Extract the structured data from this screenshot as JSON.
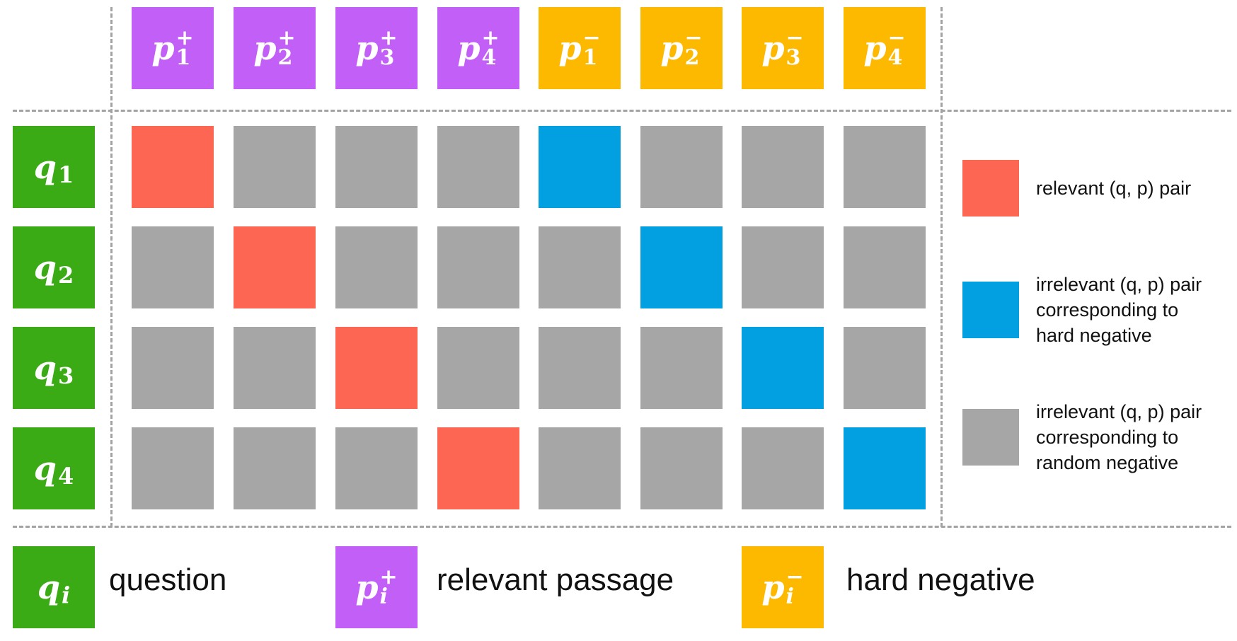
{
  "columns": [
    {
      "base": "p",
      "sup": "+",
      "sub": "1",
      "color": "#c25ff7"
    },
    {
      "base": "p",
      "sup": "+",
      "sub": "2",
      "color": "#c25ff7"
    },
    {
      "base": "p",
      "sup": "+",
      "sub": "3",
      "color": "#c25ff7"
    },
    {
      "base": "p",
      "sup": "+",
      "sub": "4",
      "color": "#c25ff7"
    },
    {
      "base": "p",
      "sup": "−",
      "sub": "1",
      "color": "#fdb900"
    },
    {
      "base": "p",
      "sup": "−",
      "sub": "2",
      "color": "#fdb900"
    },
    {
      "base": "p",
      "sup": "−",
      "sub": "3",
      "color": "#fdb900"
    },
    {
      "base": "p",
      "sup": "−",
      "sub": "4",
      "color": "#fdb900"
    }
  ],
  "rows": [
    {
      "base": "q",
      "sub": "1",
      "color": "#3aab14"
    },
    {
      "base": "q",
      "sub": "2",
      "color": "#3aab14"
    },
    {
      "base": "q",
      "sub": "3",
      "color": "#3aab14"
    },
    {
      "base": "q",
      "sub": "4",
      "color": "#3aab14"
    }
  ],
  "matrix": [
    [
      "relevant",
      "random",
      "random",
      "random",
      "hard",
      "random",
      "random",
      "random"
    ],
    [
      "random",
      "relevant",
      "random",
      "random",
      "random",
      "hard",
      "random",
      "random"
    ],
    [
      "random",
      "random",
      "relevant",
      "random",
      "random",
      "random",
      "hard",
      "random"
    ],
    [
      "random",
      "random",
      "random",
      "relevant",
      "random",
      "random",
      "random",
      "hard"
    ]
  ],
  "cell_colors": {
    "relevant": "#fe6654",
    "hard": "#02a0e0",
    "random": "#a6a6a6"
  },
  "legend": [
    {
      "kind": "relevant",
      "lines": [
        "relevant (q, p) pair"
      ]
    },
    {
      "kind": "hard",
      "lines": [
        "irrelevant (q, p) pair",
        "corresponding to",
        "hard negative"
      ]
    },
    {
      "kind": "random",
      "lines": [
        "irrelevant (q, p) pair",
        "corresponding to",
        "random negative"
      ]
    }
  ],
  "key": [
    {
      "base": "q",
      "sup": "",
      "sub": "i",
      "color": "#3aab14",
      "text": "question"
    },
    {
      "base": "p",
      "sup": "+",
      "sub": "i",
      "color": "#c25ff7",
      "text": "relevant passage"
    },
    {
      "base": "p",
      "sup": "−",
      "sub": "i",
      "color": "#fdb900",
      "text": "hard negative"
    }
  ]
}
